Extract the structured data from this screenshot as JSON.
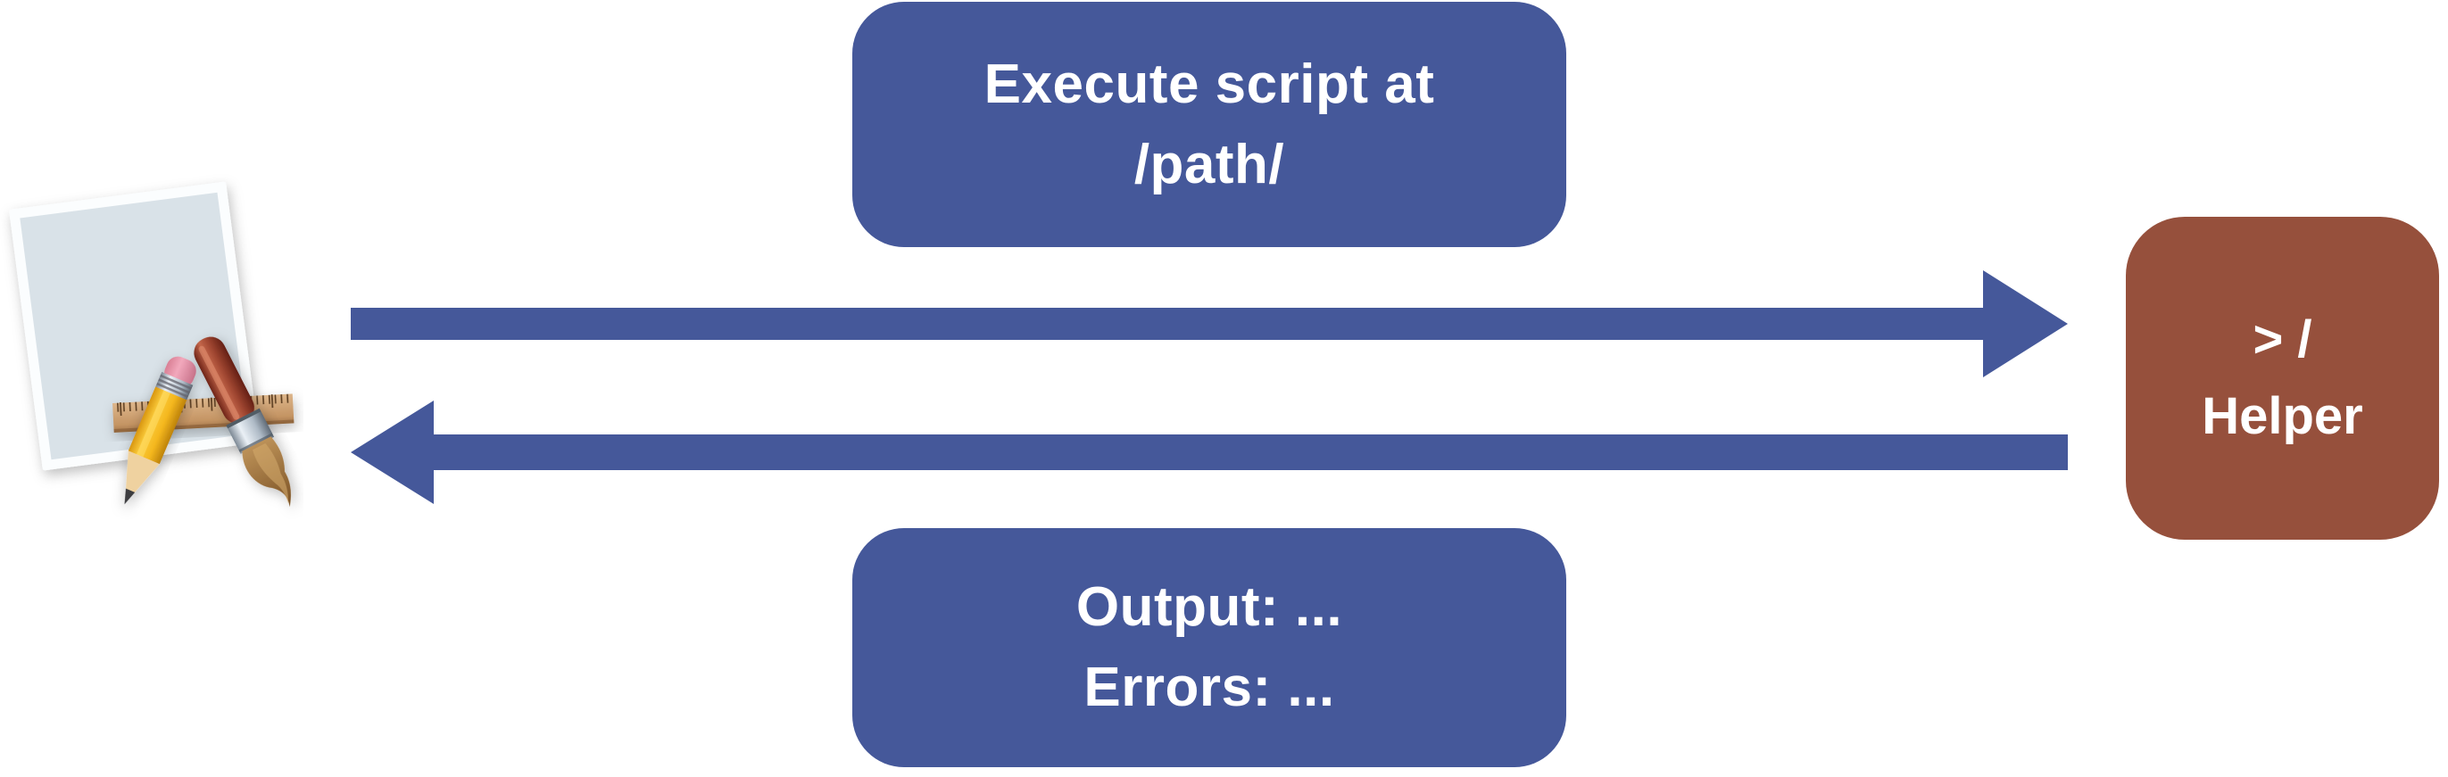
{
  "colors": {
    "blue": "#45589A",
    "brown": "#96503C",
    "text_on_fill": "#FFFFFF",
    "background": "#FFFFFF"
  },
  "app_icon": {
    "name": "macos-app-icon",
    "depicts": "paper-with-pencil-ruler-paintbrush"
  },
  "callouts": {
    "request": {
      "line1": "Execute script at",
      "line2": "/path/"
    },
    "response": {
      "line1": "Output: ...",
      "line2": "Errors: ..."
    }
  },
  "helper_node": {
    "line1": "> /",
    "line2": "Helper"
  },
  "arrows": {
    "request_direction": "left-to-right",
    "response_direction": "right-to-left"
  }
}
